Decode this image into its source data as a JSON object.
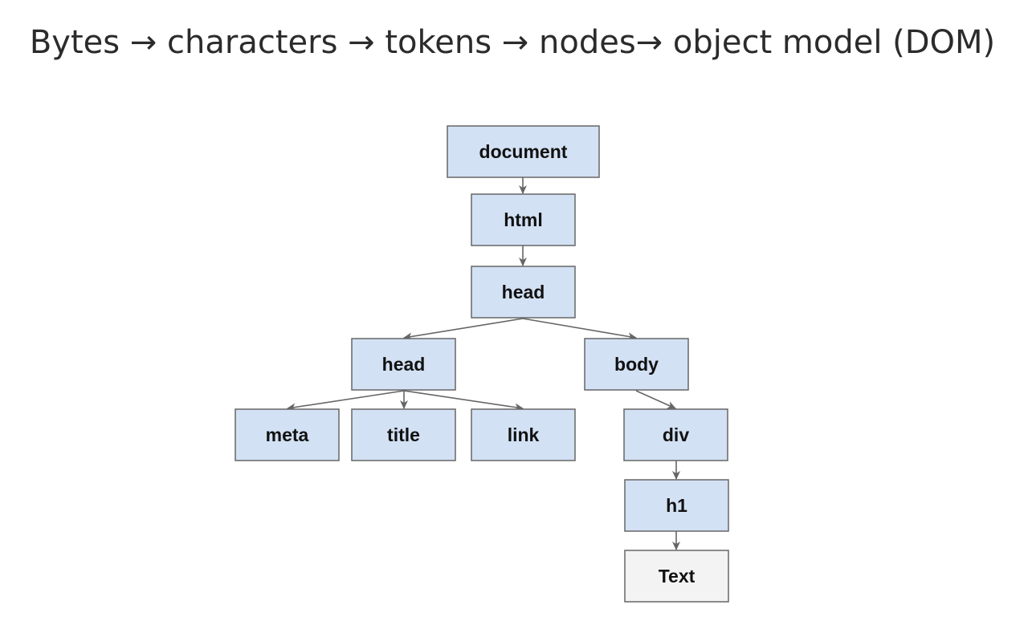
{
  "title": "Bytes → characters → tokens → nodes→ object model (DOM)",
  "colors": {
    "node_fill": "#d3e1f4",
    "text_node_fill": "#f3f3f3",
    "border": "#666666"
  },
  "nodes": [
    {
      "id": "document",
      "label": "document",
      "kind": "element"
    },
    {
      "id": "html",
      "label": "html",
      "kind": "element"
    },
    {
      "id": "head_top",
      "label": "head",
      "kind": "element"
    },
    {
      "id": "head",
      "label": "head",
      "kind": "element"
    },
    {
      "id": "body",
      "label": "body",
      "kind": "element"
    },
    {
      "id": "meta",
      "label": "meta",
      "kind": "element"
    },
    {
      "id": "title",
      "label": "title",
      "kind": "element"
    },
    {
      "id": "link",
      "label": "link",
      "kind": "element"
    },
    {
      "id": "div",
      "label": "div",
      "kind": "element"
    },
    {
      "id": "h1",
      "label": "h1",
      "kind": "element"
    },
    {
      "id": "text",
      "label": "Text",
      "kind": "text"
    }
  ],
  "edges": [
    {
      "from": "document",
      "to": "html"
    },
    {
      "from": "html",
      "to": "head_top"
    },
    {
      "from": "head_top",
      "to": "head"
    },
    {
      "from": "head_top",
      "to": "body"
    },
    {
      "from": "head",
      "to": "meta"
    },
    {
      "from": "head",
      "to": "title"
    },
    {
      "from": "head",
      "to": "link"
    },
    {
      "from": "body",
      "to": "div"
    },
    {
      "from": "div",
      "to": "h1"
    },
    {
      "from": "h1",
      "to": "text"
    }
  ]
}
